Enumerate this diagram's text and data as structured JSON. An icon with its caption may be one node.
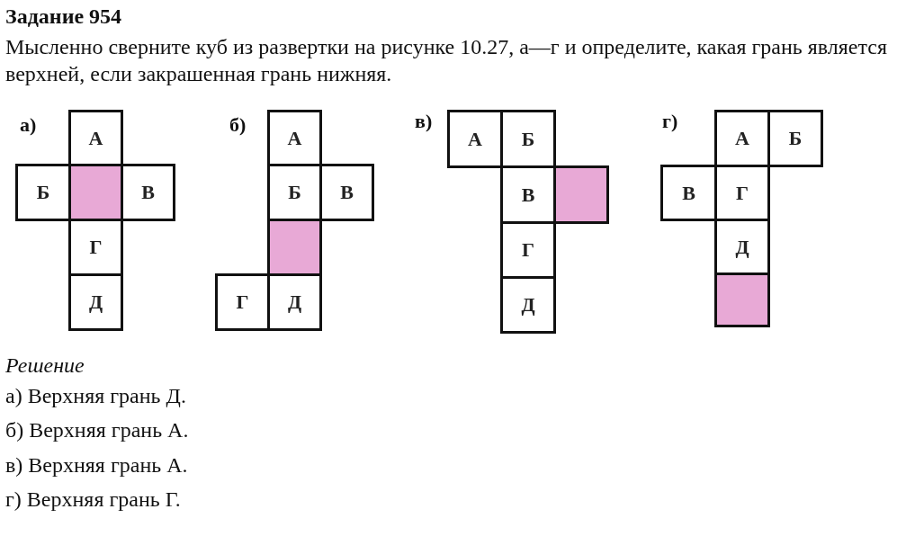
{
  "diagram": {
    "title": "Задание 954",
    "nodes": [
      {
        "text": [
          "А"
        ]
      },
      {
        "text": [
          "Б"
        ]
      },
      {
        "text": [],
        "shape": "box"
      },
      {
        "text": [
          "В"
        ]
      },
      {
        "text": [
          "Г"
        ]
      },
      {
        "text": [
          "Д"
        ]
      },
      {
        "text": [
          "А"
        ]
      },
      {
        "text": [
          "Б"
        ]
      },
      {
        "text": [
          "В"
        ]
      },
      {
        "text": [],
        "shape": "box"
      },
      {
        "text": [
          "Г"
        ]
      },
      {
        "text": [
          "Д"
        ]
      },
      {
        "text": [
          "А"
        ]
      },
      {
        "text": [
          "Б"
        ]
      },
      {
        "text": [
          "В"
        ]
      },
      {
        "text": [],
        "shape": "box"
      },
      {
        "text": [
          "Г"
        ]
      },
      {
        "text": [
          "Д"
        ]
      },
      {
        "text": [
          "А"
        ]
      },
      {
        "text": [
          "Б"
        ]
      },
      {
        "text": [
          "В"
        ]
      },
      {
        "text": [
          "Г"
        ]
      },
      {
        "text": [
          "Д"
        ]
      },
      {
        "text": [],
        "shape": "box"
      }
    ],
    "labels": [
      "Мысленно сверните куб из развертки на рисунке 10.27, а—г и определите, какая грань является верхней, если закрашенная грань нижняя.",
      "а)",
      "б)",
      "в)",
      "г)",
      "Решение",
      "а) Верхняя грань Д.",
      "б) Верхняя грань А.",
      "в) Верхняя грань А.",
      "г) Верхняя грань Г."
    ]
  }
}
